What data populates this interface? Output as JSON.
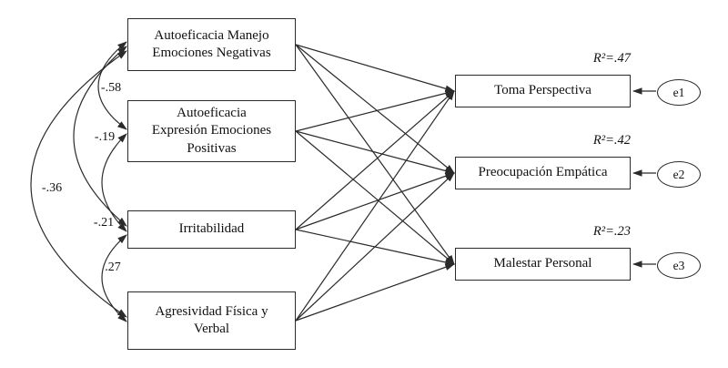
{
  "diagram": {
    "predictors": [
      {
        "label": "Autoeficacia Manejo\nEmociones Negativas"
      },
      {
        "label": "Autoeficacia\nExpresión Emociones\nPositivas"
      },
      {
        "label": "Irritabilidad"
      },
      {
        "label": "Agresividad Física y\nVerbal"
      }
    ],
    "outcomes": [
      {
        "label": "Toma Perspectiva",
        "r_squared": "R²=.47",
        "error": "e1"
      },
      {
        "label": "Preocupación Empática",
        "r_squared": "R²=.42",
        "error": "e2"
      },
      {
        "label": "Malestar Personal",
        "r_squared": "R²=.23",
        "error": "e3"
      }
    ],
    "correlations": [
      "-.58",
      "-.19",
      "-.36",
      "-.21",
      ".27"
    ],
    "colors": {
      "line": "#2b2b2b",
      "background": "#ffffff",
      "text": "#111111"
    }
  }
}
